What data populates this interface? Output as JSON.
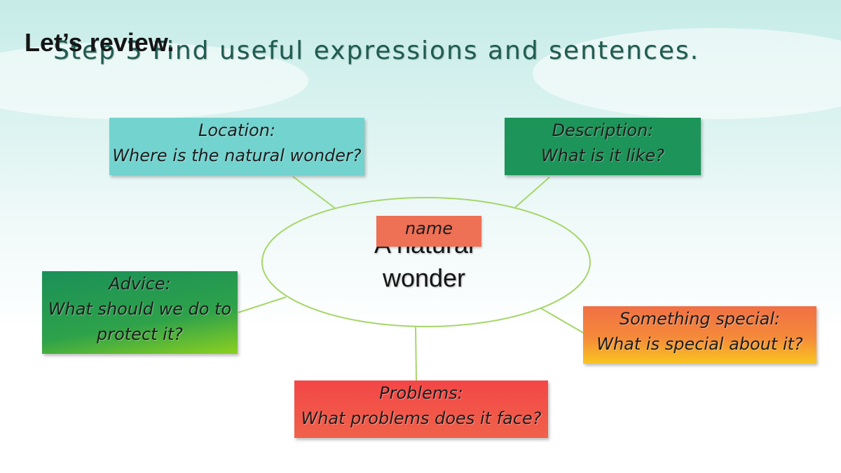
{
  "slide": {
    "title_overlay": "Let’s review.",
    "title_main": "Step 3  Find useful expressions and sentences."
  },
  "center": {
    "text": "A natural wonder",
    "name_label": "name"
  },
  "boxes": {
    "location": {
      "head": "Location:",
      "body": "Where is the natural wonder?",
      "color": "#72d3cf"
    },
    "description": {
      "head": "Description:",
      "body": "What is it like?",
      "color": "#1d9459"
    },
    "advice": {
      "head": "Advice:",
      "body": "What should we do to protect it?",
      "color": "#2ea24a"
    },
    "special": {
      "head": "Something special:",
      "body": "What is special about it?",
      "color": "#f58a3a"
    },
    "problems": {
      "head": "Problems:",
      "body": "What problems does it face?",
      "color": "#f34647"
    }
  },
  "colors": {
    "connector": "#a6d66a",
    "ellipse_stroke": "#a6d66a"
  }
}
